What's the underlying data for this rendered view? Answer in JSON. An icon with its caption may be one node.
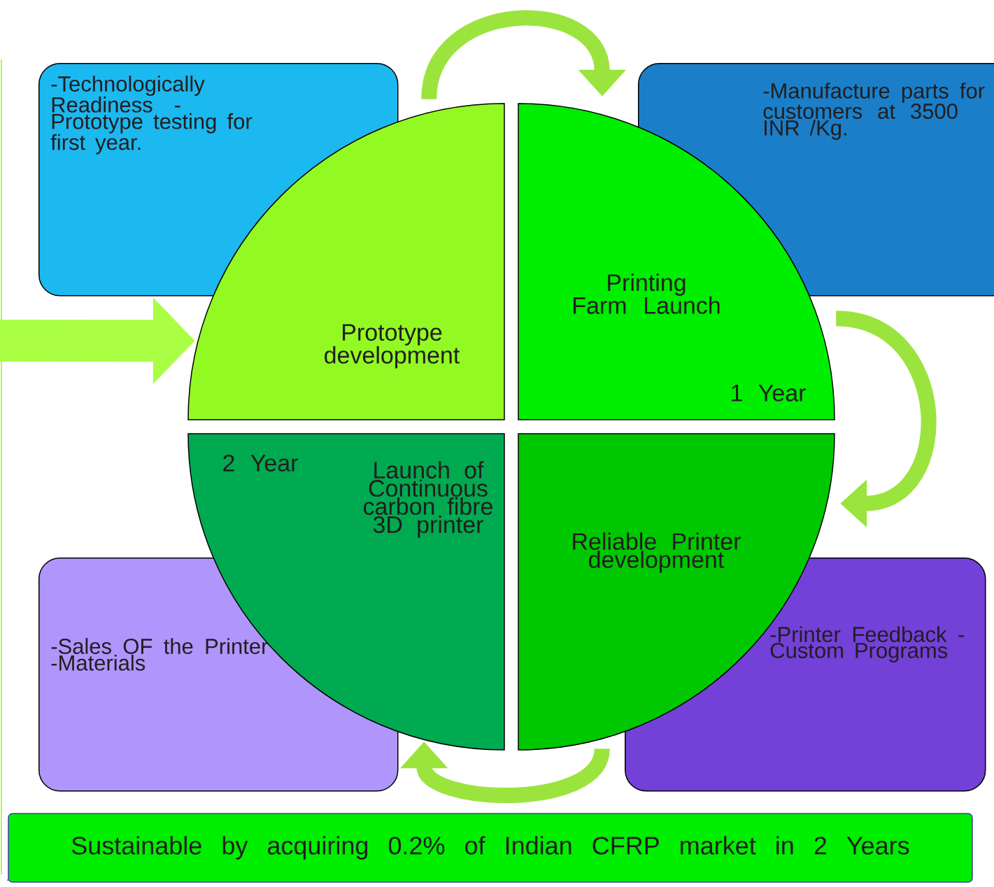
{
  "diagram": {
    "nodes": [
      {
        "text": [
          "-Technologically Readiness -Prototype testing for first year."
        ]
      },
      {
        "text": [
          "-Manufacture parts for customers at 3500 INR /Kg."
        ]
      },
      {
        "text": [
          "-Sales OF the Printer -Materials"
        ]
      },
      {
        "text": [
          "-Printer Feedback -Custom Programs"
        ]
      },
      {
        "text": [
          "Prototype development"
        ]
      },
      {
        "text": [
          "Printing Farm Launch",
          "1 Year"
        ]
      },
      {
        "text": [
          "Reliable Printer development"
        ]
      },
      {
        "text": [
          "2 Year",
          "Launch of Continuous carbon fibre 3D printer"
        ]
      },
      {
        "text": [
          "Sustainable by acquiring 0.2% of Indian CFRP market in 2 Years"
        ]
      }
    ],
    "edges": [
      {
        "from": 4,
        "to": 5,
        "arrow": "to"
      },
      {
        "from": 5,
        "to": 6,
        "arrow": "to"
      },
      {
        "from": 6,
        "to": 7,
        "arrow": "to"
      },
      {
        "from": null,
        "to": 4,
        "arrow": "to",
        "style": "thick"
      }
    ]
  }
}
